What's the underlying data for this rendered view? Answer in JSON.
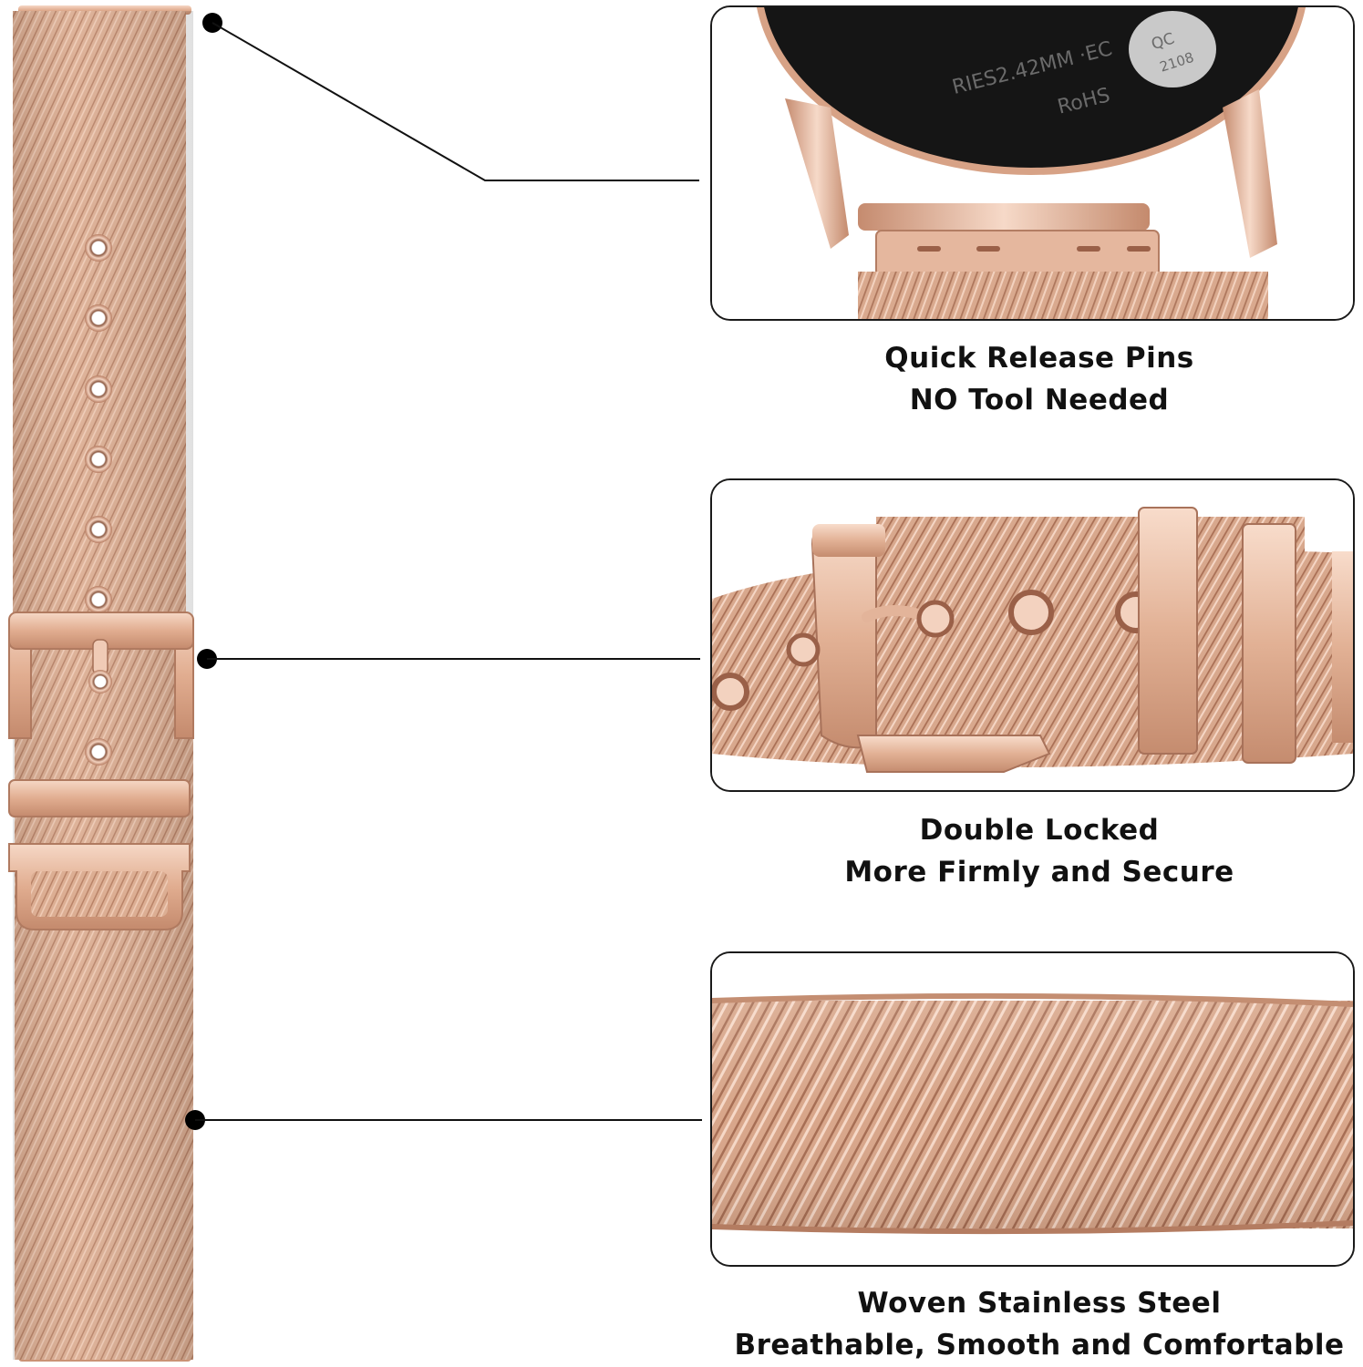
{
  "colors": {
    "background": "#ffffff",
    "rose_gold": "#d9a98e",
    "rose_gold_dark": "#b07a60",
    "rose_gold_light": "#f4d5c3",
    "watch_black": "#141414",
    "line": "#111111"
  },
  "watch_markings": {
    "qc_label": "QC",
    "qc_number": "2108",
    "series_text": "RIES2.42MM ·EC",
    "compliance": "RoHS"
  },
  "features": [
    {
      "line1": "Quick Release Pins",
      "line2": "NO Tool Needed",
      "image": "watch-lug-quick-release-closeup"
    },
    {
      "line1": "Double Locked",
      "line2": "More Firmly and Secure",
      "image": "buckle-double-loop-closeup"
    },
    {
      "line1": "Woven Stainless Steel",
      "line2": "Breathable, Smooth and Comfortable",
      "image": "mesh-weave-closeup"
    }
  ]
}
